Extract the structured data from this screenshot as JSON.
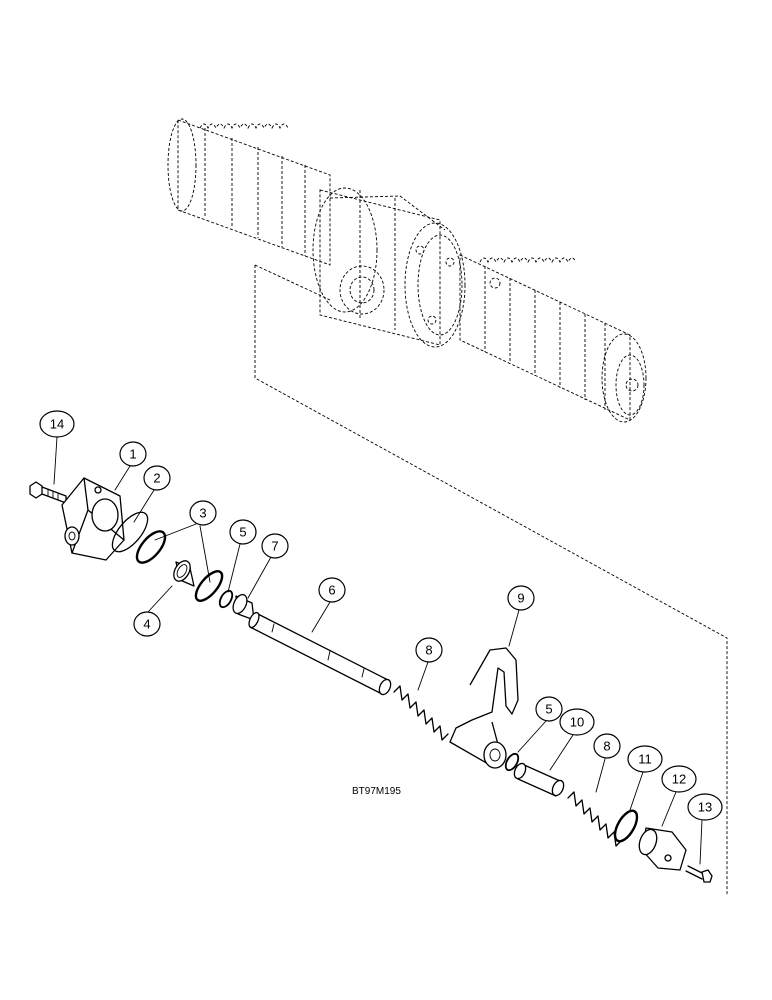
{
  "figure_code": "BT97M195",
  "callouts": [
    {
      "id": "c14",
      "label": "14"
    },
    {
      "id": "c1",
      "label": "1"
    },
    {
      "id": "c2",
      "label": "2"
    },
    {
      "id": "c3",
      "label": "3"
    },
    {
      "id": "c4",
      "label": "4"
    },
    {
      "id": "c5a",
      "label": "5"
    },
    {
      "id": "c7",
      "label": "7"
    },
    {
      "id": "c6",
      "label": "6"
    },
    {
      "id": "c8a",
      "label": "8"
    },
    {
      "id": "c9",
      "label": "9"
    },
    {
      "id": "c5b",
      "label": "5"
    },
    {
      "id": "c10",
      "label": "10"
    },
    {
      "id": "c8b",
      "label": "8"
    },
    {
      "id": "c11",
      "label": "11"
    },
    {
      "id": "c12",
      "label": "12"
    },
    {
      "id": "c13",
      "label": "13"
    }
  ]
}
